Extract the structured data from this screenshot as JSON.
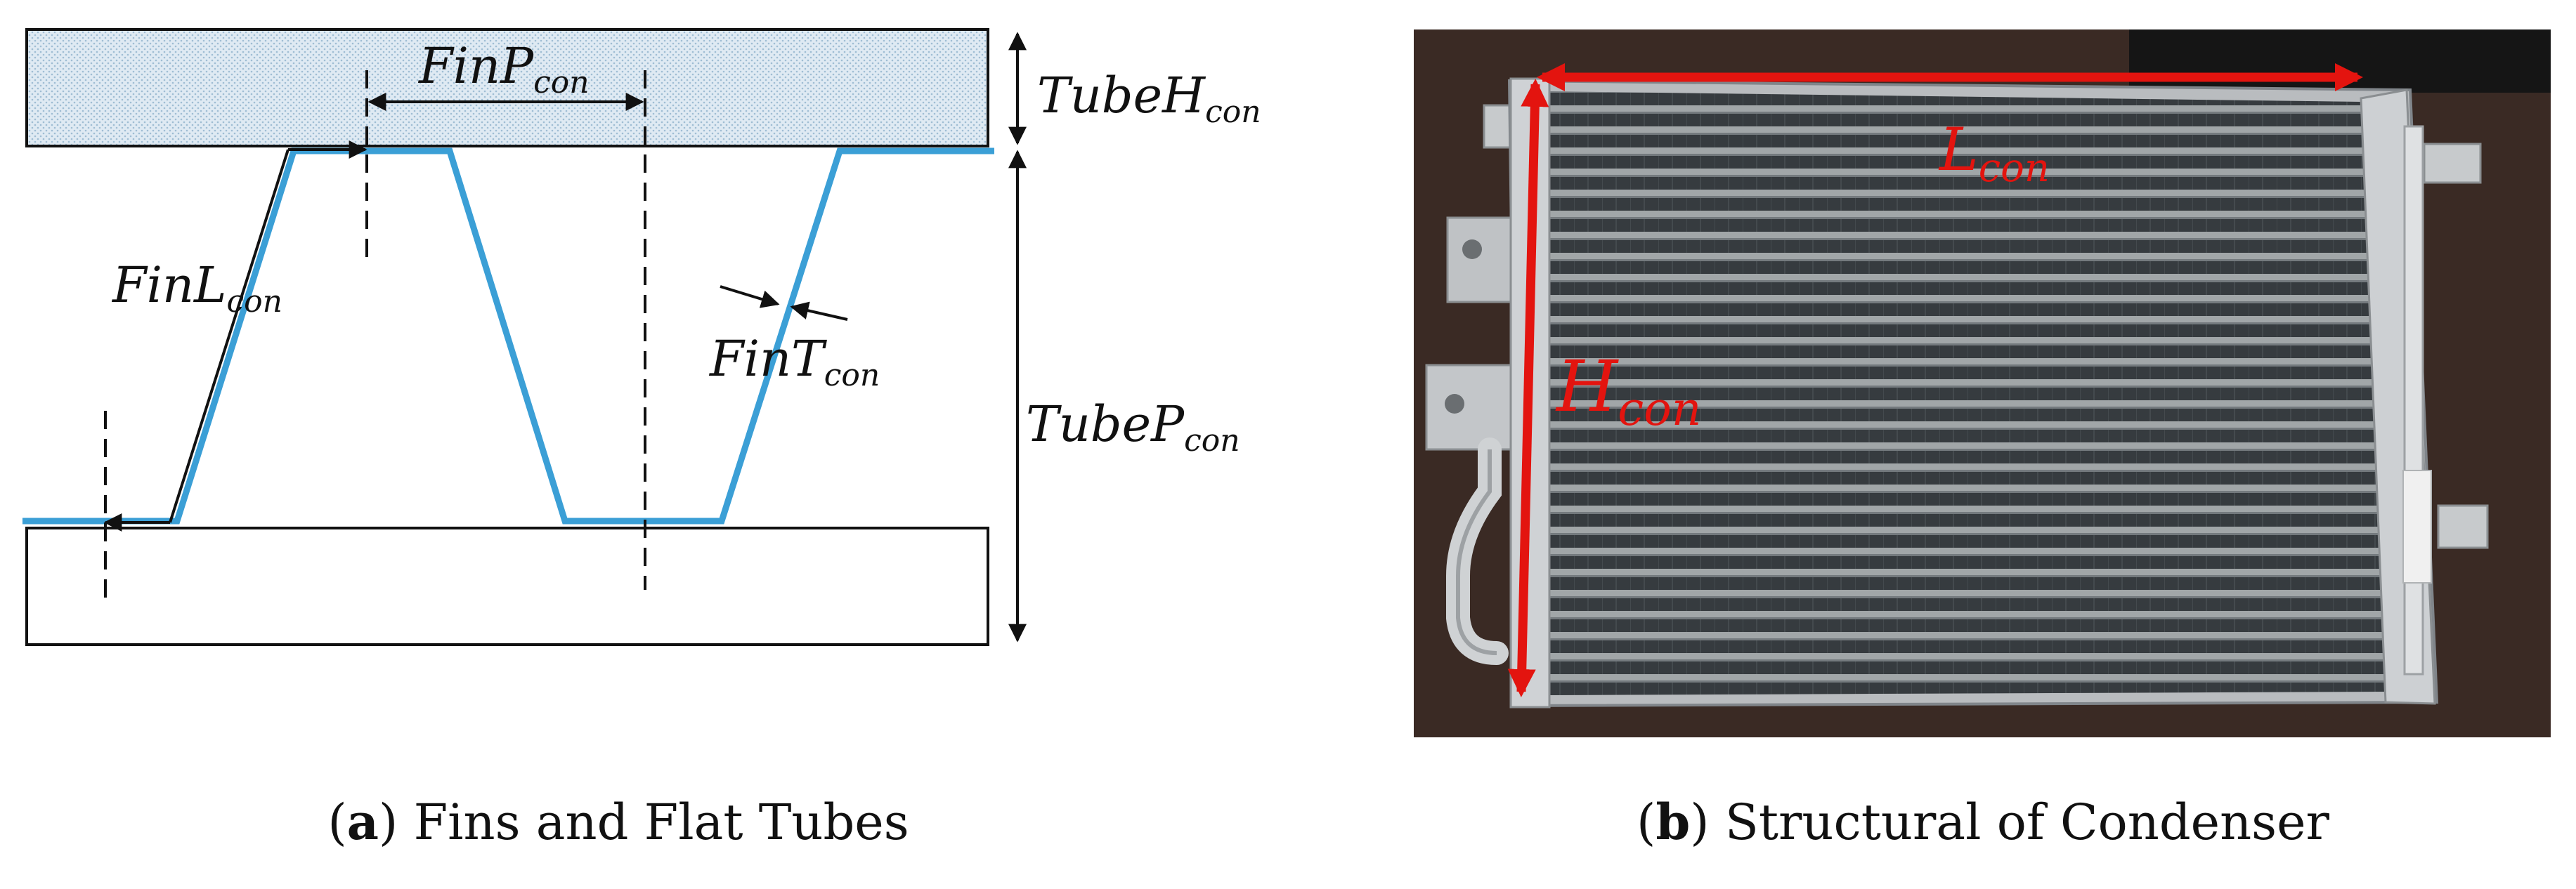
{
  "panel_a": {
    "labels": {
      "fin_pitch": {
        "main": "FinP",
        "sub": "con"
      },
      "tube_height": {
        "main": "TubeH",
        "sub": "con"
      },
      "fin_length": {
        "main": "FinL",
        "sub": "con"
      },
      "fin_thickness": {
        "main": "FinT",
        "sub": "con"
      },
      "tube_pitch": {
        "main": "TubeP",
        "sub": "con"
      }
    },
    "caption": {
      "letter": "a",
      "text": " Fins and Flat Tubes"
    },
    "colors": {
      "fin": "#3b9fd6",
      "tube_fill": "#dde9f2",
      "outline": "#111111"
    }
  },
  "panel_b": {
    "labels": {
      "length": {
        "main": "L",
        "sub": "con"
      },
      "height": {
        "main": "H",
        "sub": "con"
      }
    },
    "caption": {
      "letter": "b",
      "text": " Structural of Condenser"
    },
    "colors": {
      "annotation": "#e3140f",
      "background": "#3a2a24",
      "core": "#3f4347",
      "frame": "#b9bcbf"
    }
  }
}
